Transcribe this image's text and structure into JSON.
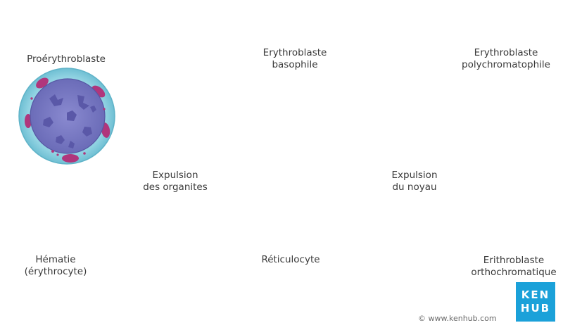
{
  "labels": {
    "proerythroblast": "Proérythroblaste",
    "basophil_line1": "Erythroblaste",
    "basophil_line2": "basophile",
    "polychrom_line1": "Erythroblaste",
    "polychrom_line2": "polychromatophile",
    "ortho_line1": "Erithroblaste",
    "ortho_line2": "orthochromatique",
    "nucleus_expulsion_line1": "Expulsion",
    "nucleus_expulsion_line2": "du noyau",
    "reticulocyte": "Réticulocyte",
    "organelle_expulsion_line1": "Expulsion",
    "organelle_expulsion_line2": "des organites",
    "erythrocyte_line1": "Hématie",
    "erythrocyte_line2": "(érythrocyte)"
  },
  "brand": {
    "logo_line1": "KEN",
    "logo_line2": "HUB",
    "copyright": "© www.kenhub.com",
    "logo_color": "#1ba1d9"
  },
  "colors": {
    "cytoplasm_blue": "#8fd3e3",
    "cytoplasm_pink": "#e7a9d8",
    "nucleus": "#7173bf",
    "chromatin": "#5a58a8",
    "organelle": "#b0367c",
    "arrow": "#1a1a1a"
  }
}
